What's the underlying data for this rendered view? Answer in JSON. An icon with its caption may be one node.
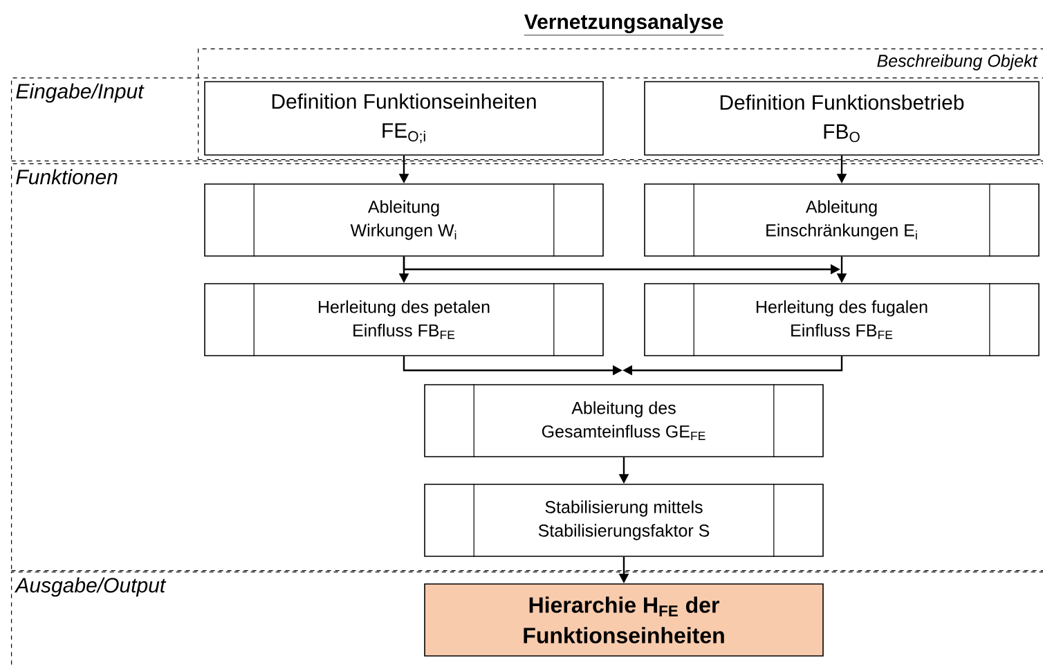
{
  "diagram": {
    "title": "Vernetzungsanalyse",
    "nodes": [
      {
        "text": [
          "Beschreibung Objekt"
        ]
      },
      {
        "text": [
          "Eingabe/Input"
        ]
      },
      {
        "text": [
          "Definition Funktionseinheiten FE$_{O;i}$"
        ],
        "in": 1
      },
      {
        "text": [
          "Definition Funktionsbetrieb FB$_{O}$"
        ],
        "in": 1
      },
      {
        "text": [
          "Funktionen"
        ]
      },
      {
        "text": [
          "Ableitung Wirkungen W$_{i}$"
        ],
        "in": 4
      },
      {
        "text": [
          "Ableitung Einschränkungen E$_{i}$"
        ],
        "in": 4
      },
      {
        "text": [
          "Herleitung des petalen Einfluss FB$_{FE}$"
        ],
        "in": 4
      },
      {
        "text": [
          "Herleitung des fugalen Einfluss FB$_{FE}$"
        ],
        "in": 4
      },
      {
        "text": [
          "Ableitung des Gesamteinfluss GE$_{FE}$"
        ],
        "in": 4
      },
      {
        "text": [
          "Stabilisierung mittels Stabilisierungsfaktor S"
        ],
        "in": 4
      },
      {
        "text": [
          "Ausgabe/Output"
        ]
      },
      {
        "text": [
          "Hierarchie H$_{FE}$ der Funktionseinheiten"
        ],
        "in": 11
      }
    ],
    "edges": [
      {
        "from": 2,
        "to": 5,
        "arrow": "to"
      },
      {
        "from": 3,
        "to": 6,
        "arrow": "to"
      },
      {
        "from": 5,
        "to": 7,
        "arrow": "to"
      },
      {
        "from": 5,
        "to": 8,
        "arrow": "to"
      },
      {
        "from": 6,
        "to": 8,
        "arrow": "to"
      },
      {
        "from": 7,
        "to": 9,
        "arrow": "to"
      },
      {
        "from": 8,
        "to": 9,
        "arrow": "to"
      },
      {
        "from": 9,
        "to": 10,
        "arrow": "to"
      },
      {
        "from": 10,
        "to": 12,
        "arrow": "to"
      }
    ]
  }
}
